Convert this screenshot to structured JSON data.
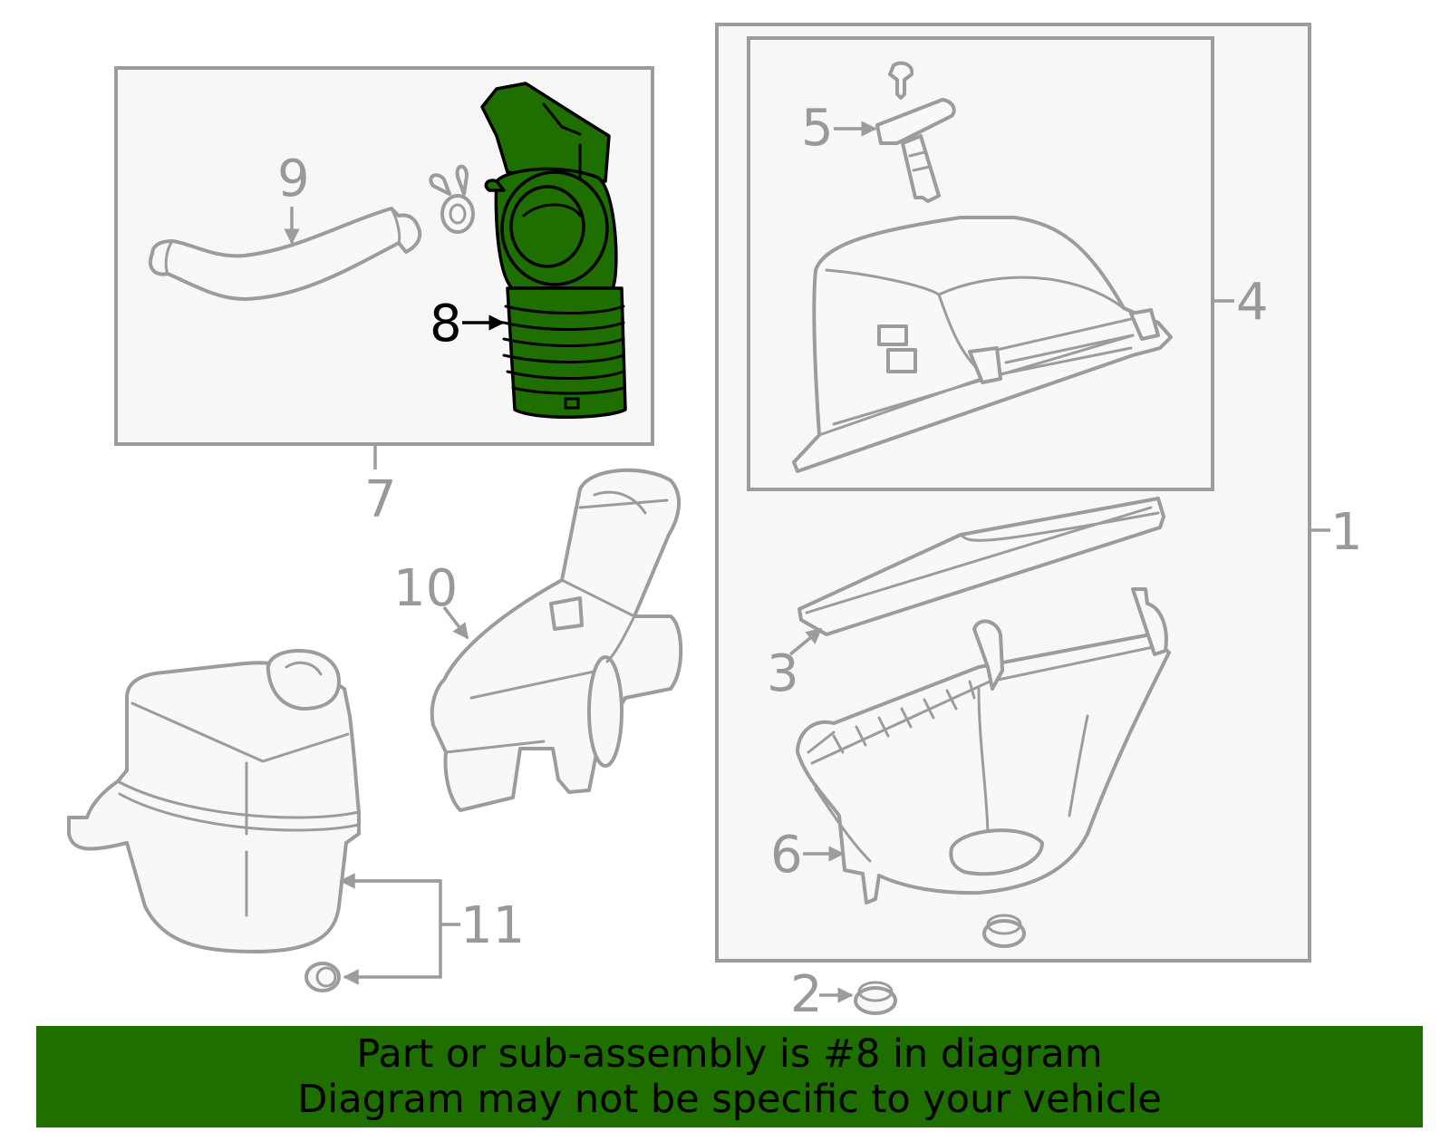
{
  "callouts": {
    "n1": "1",
    "n2": "2",
    "n3": "3",
    "n4": "4",
    "n5": "5",
    "n6": "6",
    "n7": "7",
    "n8": "8",
    "n9": "9",
    "n10": "10",
    "n11": "11"
  },
  "highlighted_part": "8",
  "colors": {
    "highlight": "#1e6e00",
    "outline": "#9c9c9c",
    "banner": "#1e6e00"
  },
  "banner": {
    "line1": "Part or sub-assembly is #8 in diagram",
    "line2": "Diagram may not be specific to your vehicle"
  }
}
